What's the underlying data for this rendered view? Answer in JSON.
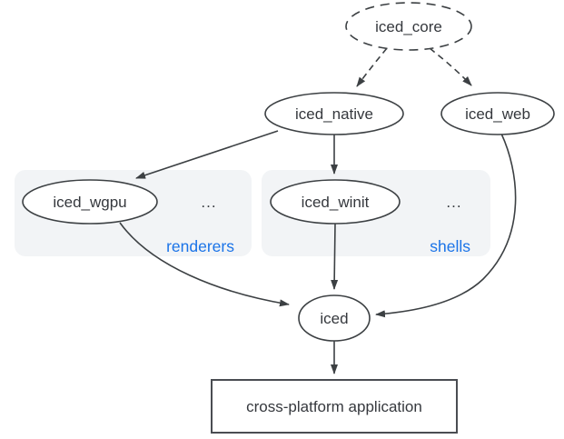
{
  "diagram": {
    "nodes": {
      "core": {
        "label": "iced_core"
      },
      "native": {
        "label": "iced_native"
      },
      "web": {
        "label": "iced_web"
      },
      "wgpu": {
        "label": "iced_wgpu"
      },
      "winit": {
        "label": "iced_winit"
      },
      "iced": {
        "label": "iced"
      },
      "app": {
        "label": "cross-platform application"
      }
    },
    "groups": {
      "renderers": {
        "label": "renderers",
        "more": "..."
      },
      "shells": {
        "label": "shells",
        "more": "..."
      }
    },
    "edges": [
      {
        "from": "iced_core",
        "to": "iced_native",
        "style": "dashed"
      },
      {
        "from": "iced_core",
        "to": "iced_web",
        "style": "dashed"
      },
      {
        "from": "iced_native",
        "to": "iced_wgpu",
        "style": "solid"
      },
      {
        "from": "iced_native",
        "to": "iced_winit",
        "style": "solid"
      },
      {
        "from": "iced_wgpu",
        "to": "iced",
        "style": "solid"
      },
      {
        "from": "iced_winit",
        "to": "iced",
        "style": "solid"
      },
      {
        "from": "iced_web",
        "to": "iced",
        "style": "solid"
      },
      {
        "from": "iced",
        "to": "cross-platform application",
        "style": "solid"
      }
    ],
    "colors": {
      "group_fill": "#f2f4f6",
      "group_label": "#1a73e8",
      "stroke": "#3c4043",
      "text": "#35383d",
      "background": "#ffffff"
    }
  }
}
